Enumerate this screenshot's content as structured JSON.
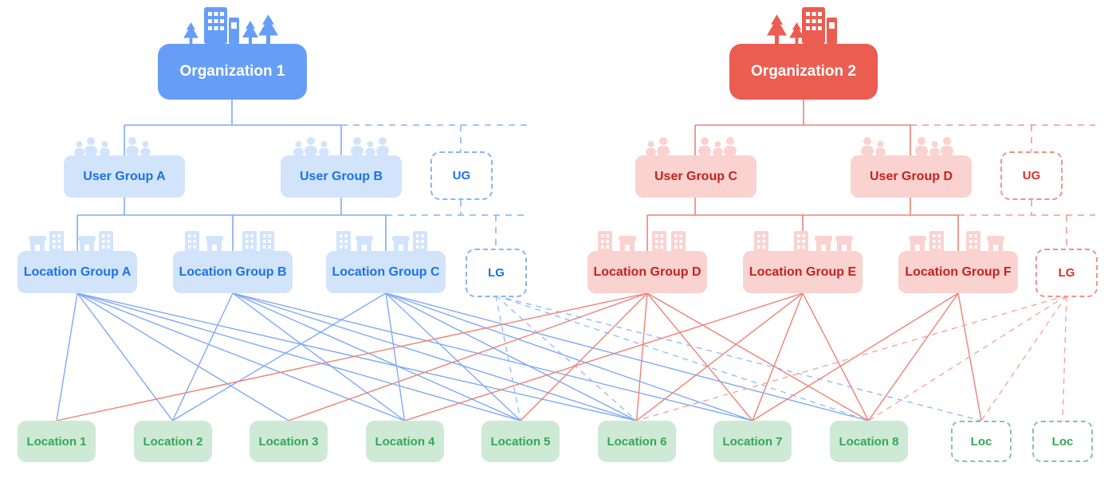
{
  "title": "Organization, user group, location group and location hierarchy diagram",
  "palette": {
    "blue": "#669df6",
    "blue_light": "#d2e3fc",
    "blue_text": "#1a73e8",
    "blue_line": "#7fa9f7",
    "blue_dash_line": "#94bdf9",
    "red": "#ea5d50",
    "red_light": "#fad2cf",
    "red_text": "#c5221f",
    "red_line": "#ee8177",
    "red_dash_line": "#f2a6a0",
    "green_light": "#ceead6",
    "green_text": "#34a853",
    "green_dash_border": "#81c995",
    "white": "#ffffff"
  },
  "icons": {
    "organization": "building-and-trees-icon",
    "user_group": "people-group-icon",
    "location_group": "storefront-and-buildings-icon"
  },
  "org1": {
    "label": "Organization 1"
  },
  "org2": {
    "label": "Organization 2"
  },
  "blue_user_groups": [
    "User Group A",
    "User Group B"
  ],
  "blue_user_group_more": "UG",
  "blue_location_groups": [
    "Location Group A",
    "Location Group B",
    "Location Group C"
  ],
  "blue_location_group_more": "LG",
  "red_user_groups": [
    "User Group C",
    "User Group D"
  ],
  "red_user_group_more": "UG",
  "red_location_groups": [
    "Location Group D",
    "Location Group E",
    "Location Group F"
  ],
  "red_location_group_more": "LG",
  "locations": [
    "Location 1",
    "Location 2",
    "Location 3",
    "Location 4",
    "Location 5",
    "Location 6",
    "Location 7",
    "Location 8"
  ],
  "location_more": [
    "Loc",
    "Loc"
  ],
  "connections": [
    {
      "from": "lg_a",
      "to": "loc_1",
      "side": "blue",
      "style": "solid"
    },
    {
      "from": "lg_a",
      "to": "loc_2",
      "side": "blue",
      "style": "solid"
    },
    {
      "from": "lg_a",
      "to": "loc_3",
      "side": "blue",
      "style": "solid"
    },
    {
      "from": "lg_a",
      "to": "loc_4",
      "side": "blue",
      "style": "solid"
    },
    {
      "from": "lg_a",
      "to": "loc_5",
      "side": "blue",
      "style": "solid"
    },
    {
      "from": "lg_a",
      "to": "loc_6",
      "side": "blue",
      "style": "solid"
    },
    {
      "from": "lg_b",
      "to": "loc_2",
      "side": "blue",
      "style": "solid"
    },
    {
      "from": "lg_b",
      "to": "loc_4",
      "side": "blue",
      "style": "solid"
    },
    {
      "from": "lg_b",
      "to": "loc_5",
      "side": "blue",
      "style": "solid"
    },
    {
      "from": "lg_b",
      "to": "loc_6",
      "side": "blue",
      "style": "solid"
    },
    {
      "from": "lg_b",
      "to": "loc_7",
      "side": "blue",
      "style": "solid"
    },
    {
      "from": "lg_c",
      "to": "loc_2",
      "side": "blue",
      "style": "solid"
    },
    {
      "from": "lg_c",
      "to": "loc_4",
      "side": "blue",
      "style": "solid"
    },
    {
      "from": "lg_c",
      "to": "loc_5",
      "side": "blue",
      "style": "solid"
    },
    {
      "from": "lg_c",
      "to": "loc_6",
      "side": "blue",
      "style": "solid"
    },
    {
      "from": "lg_c",
      "to": "loc_7",
      "side": "blue",
      "style": "solid"
    },
    {
      "from": "lg_c",
      "to": "loc_8",
      "side": "blue",
      "style": "solid"
    },
    {
      "from": "lg_x",
      "to": "loc_5",
      "side": "blue",
      "style": "dashed"
    },
    {
      "from": "lg_x",
      "to": "loc_6",
      "side": "blue",
      "style": "dashed"
    },
    {
      "from": "lg_x",
      "to": "loc_8",
      "side": "blue",
      "style": "dashed"
    },
    {
      "from": "lg_x",
      "to": "loc_x",
      "side": "blue",
      "style": "dashed"
    },
    {
      "from": "lg_d",
      "to": "loc_1",
      "side": "red",
      "style": "solid"
    },
    {
      "from": "lg_d",
      "to": "loc_3",
      "side": "red",
      "style": "solid"
    },
    {
      "from": "lg_d",
      "to": "loc_5",
      "side": "red",
      "style": "solid"
    },
    {
      "from": "lg_d",
      "to": "loc_6",
      "side": "red",
      "style": "solid"
    },
    {
      "from": "lg_d",
      "to": "loc_7",
      "side": "red",
      "style": "solid"
    },
    {
      "from": "lg_d",
      "to": "loc_8",
      "side": "red",
      "style": "solid"
    },
    {
      "from": "lg_e",
      "to": "loc_4",
      "side": "red",
      "style": "solid"
    },
    {
      "from": "lg_e",
      "to": "loc_6",
      "side": "red",
      "style": "solid"
    },
    {
      "from": "lg_e",
      "to": "loc_7",
      "side": "red",
      "style": "solid"
    },
    {
      "from": "lg_e",
      "to": "loc_8",
      "side": "red",
      "style": "solid"
    },
    {
      "from": "lg_f",
      "to": "loc_7",
      "side": "red",
      "style": "solid"
    },
    {
      "from": "lg_f",
      "to": "loc_8",
      "side": "red",
      "style": "solid"
    },
    {
      "from": "lg_f",
      "to": "loc_x",
      "side": "red",
      "style": "solid"
    },
    {
      "from": "lg_y",
      "to": "loc_6",
      "side": "red",
      "style": "dashed"
    },
    {
      "from": "lg_y",
      "to": "loc_8",
      "side": "red",
      "style": "dashed"
    },
    {
      "from": "lg_y",
      "to": "loc_x",
      "side": "red",
      "style": "dashed"
    },
    {
      "from": "lg_y",
      "to": "loc_y",
      "side": "red",
      "style": "dashed"
    }
  ]
}
